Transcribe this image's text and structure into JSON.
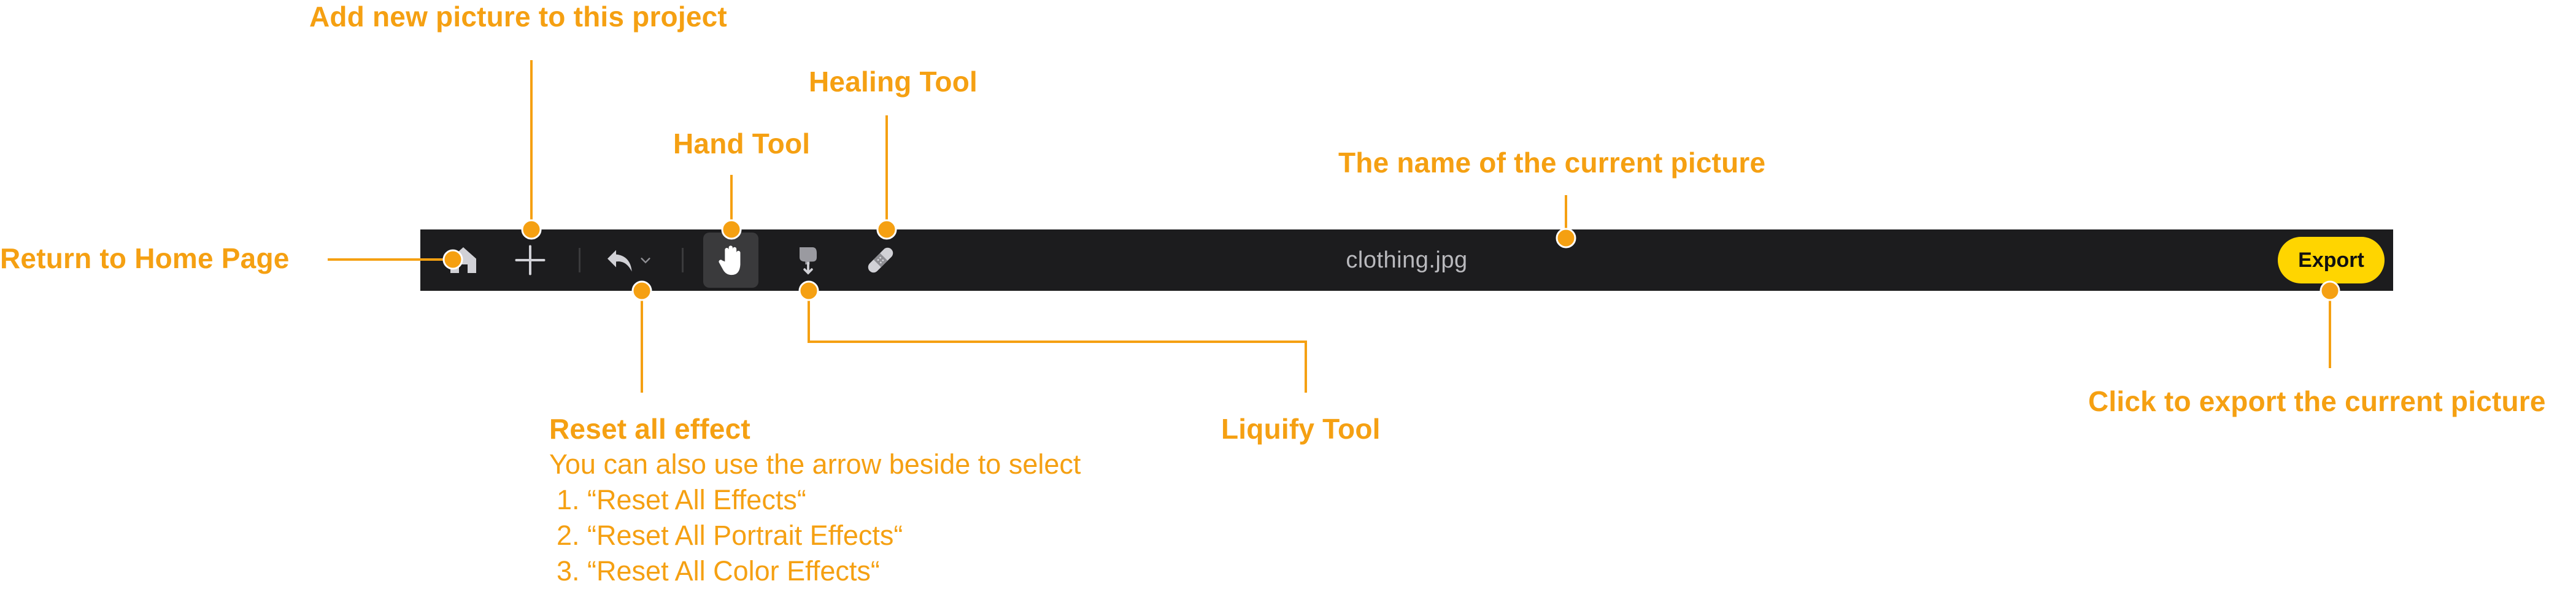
{
  "toolbar": {
    "file_name": "clothing.jpg",
    "export_label": "Export",
    "icons": [
      "home-icon",
      "plus-icon",
      "undo-icon",
      "chevron-down-icon",
      "hand-icon",
      "liquify-icon",
      "bandage-icon"
    ]
  },
  "annotations": {
    "home": "Return to Home Page",
    "add": "Add new picture to this project",
    "hand": "Hand Tool",
    "healing": "Healing Tool",
    "name": "The name of the current picture",
    "liquify": "Liquify Tool",
    "export": "Click to export the current picture",
    "reset": {
      "title": "Reset all effect",
      "desc": "You can also use the arrow beside to select",
      "items": [
        "1. “Reset All Effects“",
        "2. “Reset All Portrait Effects“",
        "3. “Reset All Color Effects“"
      ]
    }
  },
  "colors": {
    "toolbar_bg": "#1c1c1e",
    "accent": "#f5a012",
    "export_bg": "#ffd500",
    "icon": "#d1d1d6"
  }
}
